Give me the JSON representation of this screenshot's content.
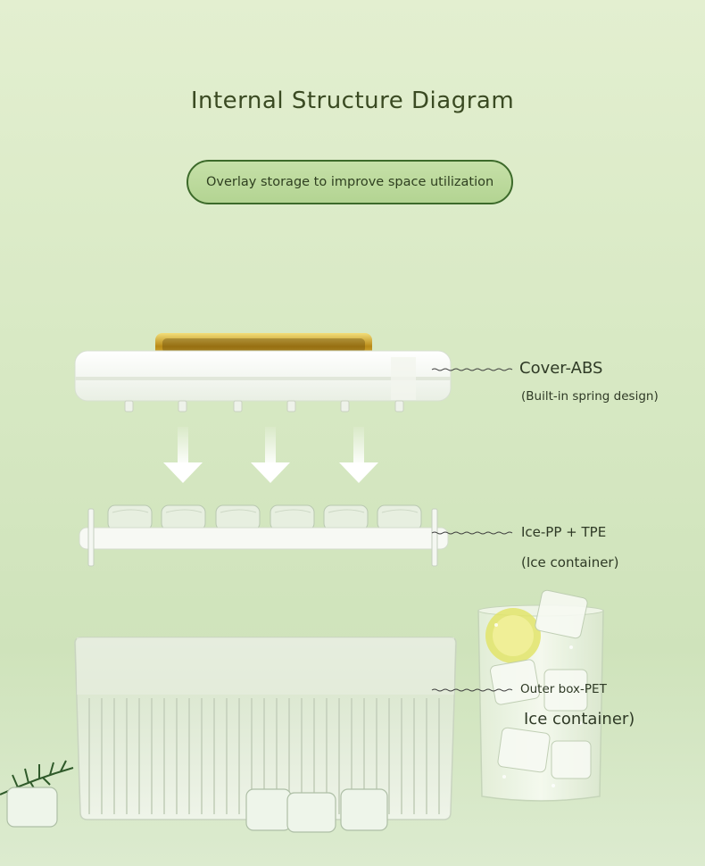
{
  "title": "Internal Structure Diagram",
  "subtitle": "Overlay storage to improve space utilization",
  "parts": {
    "cover": {
      "name": "Cover-ABS",
      "note": "(Built-in spring design)"
    },
    "ice_tray": {
      "name": "Ice-PP + TPE",
      "note": "(Ice container)"
    },
    "outer_box": {
      "name": "Outer box-PET",
      "note": "Ice container)"
    }
  },
  "colors": {
    "background": "#d8e9c4",
    "accent": "#3c6a2a",
    "pill_fill": "#bcd99d",
    "gold": "#c9a62a",
    "text": "#2f3a26"
  }
}
